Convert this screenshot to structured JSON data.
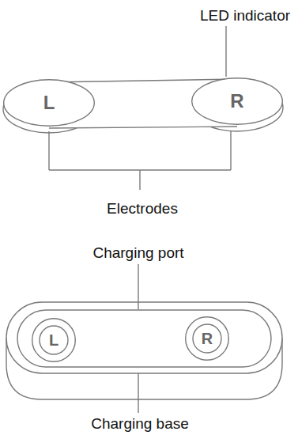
{
  "diagram": {
    "nodes": [
      {
        "text": [
          "L"
        ]
      },
      {
        "text": [
          "R"
        ]
      },
      {
        "text": [
          "L"
        ]
      },
      {
        "text": [
          "R"
        ]
      }
    ],
    "labels": [
      "LED indicator",
      "Electrodes",
      "Charging port",
      "Charging base"
    ]
  }
}
